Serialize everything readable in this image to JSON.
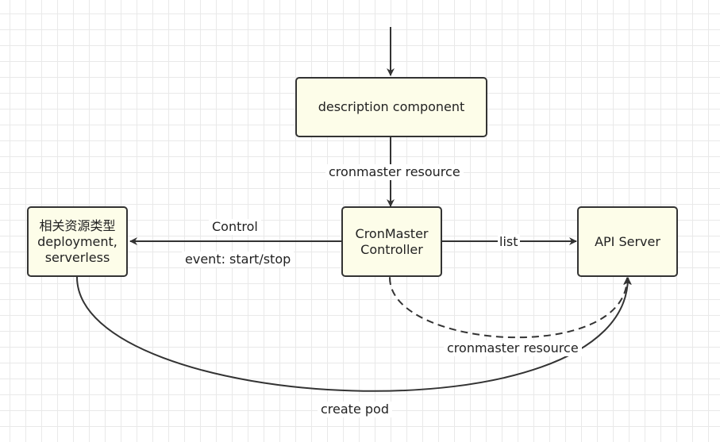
{
  "nodes": {
    "description": {
      "label": "description component"
    },
    "controller": {
      "line1": "CronMaster",
      "line2": "Controller"
    },
    "api_server": {
      "label": "API Server"
    },
    "resources": {
      "line1": "相关资源类型",
      "line2": "deployment,",
      "line3": "serverless"
    }
  },
  "edges": {
    "desc_to_controller": {
      "label": "cronmaster resource"
    },
    "controller_to_resources": {
      "label1": "Control",
      "label2": "event: start/stop"
    },
    "controller_to_api": {
      "label": "list"
    },
    "api_to_controller": {
      "label": "cronmaster resource"
    },
    "resources_to_api": {
      "label": "create pod"
    }
  },
  "colors": {
    "node_fill": "#fdfde9",
    "stroke": "#333333",
    "grid": "#e9e9e9"
  }
}
